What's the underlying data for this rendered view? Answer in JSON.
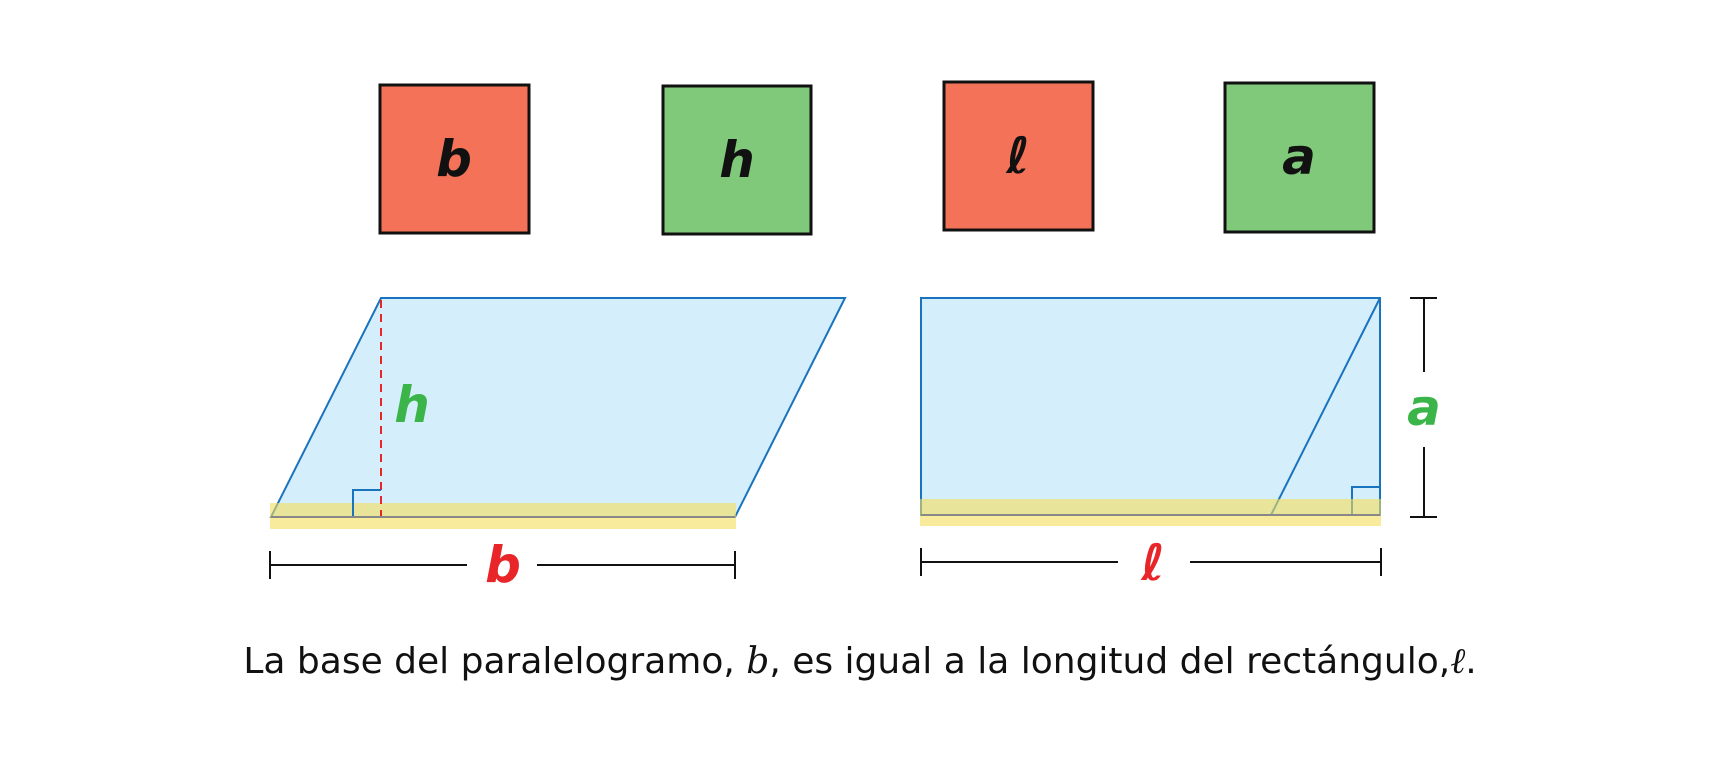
{
  "tiles": [
    {
      "letter": "b",
      "color": "#F47358"
    },
    {
      "letter": "h",
      "color": "#80C87A"
    },
    {
      "letter": "ℓ",
      "color": "#F47358"
    },
    {
      "letter": "a",
      "color": "#80C87A"
    }
  ],
  "parallelogram": {
    "height_label": "h",
    "base_label": "b"
  },
  "rectangle": {
    "height_label": "a",
    "length_label": "ℓ"
  },
  "caption": {
    "part1": "La base del paralelogramo, ",
    "var1": "b",
    "part2": ", es igual a la longitud del rectángulo,",
    "var2": "ℓ",
    "part3": "."
  },
  "colors": {
    "shape_fill": "#D4EEFB",
    "shape_stroke": "#1A73BE",
    "base_highlight": "#F9E98D",
    "red_label": "#E8262A",
    "green_label": "#3BB54A"
  }
}
